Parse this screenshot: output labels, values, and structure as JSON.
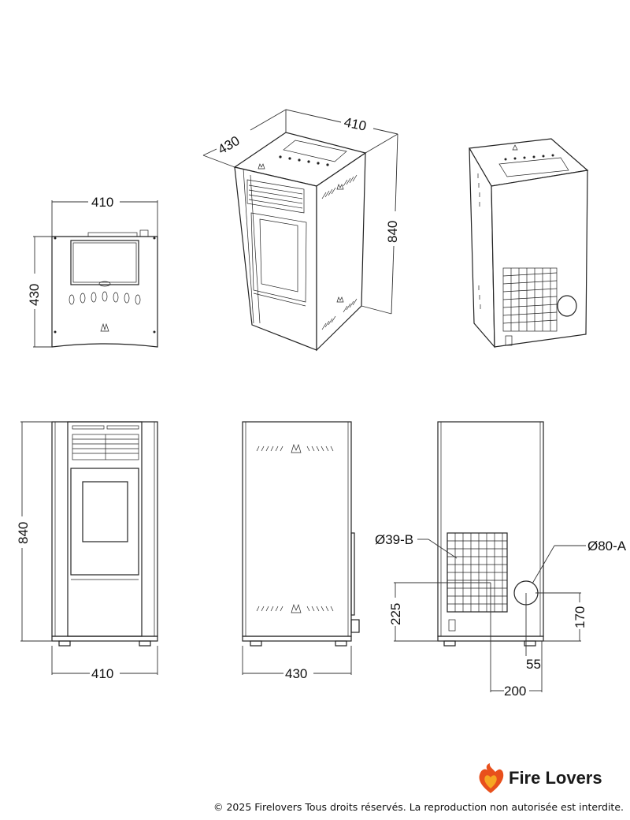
{
  "views": {
    "top": {
      "width_label": "410",
      "depth_label": "430"
    },
    "iso_front": {
      "depth_label": "430",
      "width_label": "410",
      "height_label": "840"
    },
    "front": {
      "height_label": "840",
      "width_label": "410"
    },
    "side": {
      "depth_label": "430"
    },
    "rear": {
      "inlet_label": "Ø39-B",
      "flue_label": "Ø80-A",
      "inlet_height_label": "225",
      "flue_height_label": "170",
      "flue_offset_label": "55",
      "inlet_offset_label": "200"
    }
  },
  "brand": {
    "name": "Fire Lovers",
    "logo_icon": "flame-heart-icon",
    "accent": "#e8501c"
  },
  "footer": {
    "copyright": "© 2025 Firelovers Tous droits réservés. La reproduction non autorisée est interdite."
  }
}
